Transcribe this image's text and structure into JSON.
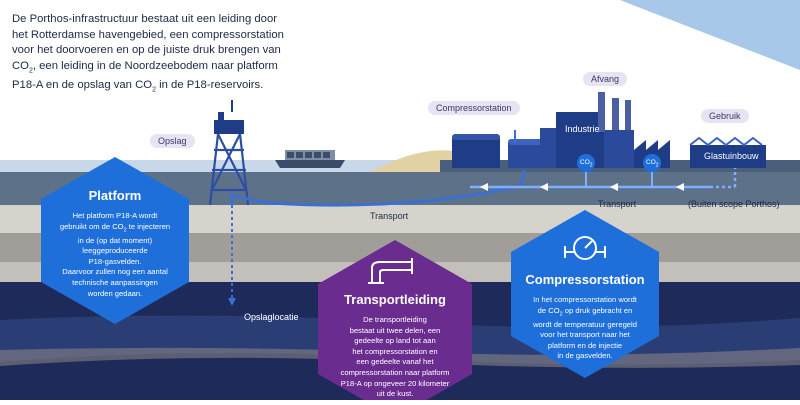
{
  "intro": {
    "line1": "De Porthos-infrastructuur bestaat uit een leiding door",
    "line2": "het Rotterdamse havengebied, een compressorstation",
    "line3": "voor het doorvoeren en op de juiste druk brengen van",
    "line4_a": "CO",
    "line4_sub": "2",
    "line4_b": ", een leiding in de Noordzeebodem naar platform",
    "line5_a": "P18-A en de opslag van CO",
    "line5_sub": "2",
    "line5_b": " in de P18-reservoirs."
  },
  "tags": {
    "opslag": "Opslag",
    "compressorstation": "Compressorstation",
    "afvang": "Afvang",
    "gebruik": "Gebruik"
  },
  "labels": {
    "industrie": "Industrie",
    "glastuinbouw": "Glastuinbouw",
    "transport_left": "Transport",
    "transport_right": "Transport",
    "buiten_scope": "(Buiten scope Porthos)",
    "opslaglocatie": "Opslaglocatie",
    "co2_a": "CO",
    "co2_b": "CO",
    "co2_sub": "2"
  },
  "hexes": {
    "platform": {
      "title": "Platform",
      "l1": "Het platform P18-A wordt",
      "l2_a": "gebruikt om de CO",
      "l2_sub": "2",
      "l2_b": " te injecteren",
      "l3": "in de (op dat moment)",
      "l4": "leeggeproduceerde",
      "l5": "P18-gasvelden.",
      "l6": "Daarvoor zullen nog een aantal",
      "l7": "technische aanpassingen",
      "l8": "worden gedaan."
    },
    "transportleiding": {
      "title": "Transportleiding",
      "l1": "De transportleiding",
      "l2": "bestaat uit twee delen, een",
      "l3": "gedeelte op land tot aan",
      "l4": "het compressorstation en",
      "l5": "een gedeelte vanaf het",
      "l6": "compressorstation naar platform",
      "l7": "P18-A op ongeveer 20 kilometer",
      "l8": "uit de kust."
    },
    "compressorstation": {
      "title": "Compressorstation",
      "l1": "In het compressorstation wordt",
      "l2_a": "de CO",
      "l2_sub": "2",
      "l2_b": " op druk gebracht en",
      "l3": "wordt de temperatuur geregeld",
      "l4": "voor het transport naar het",
      "l5": "platform en de injectie",
      "l6": "in de gasvelden."
    }
  },
  "colors": {
    "sky": "#8fb8de",
    "sea": "#bcd0e6",
    "seabed": "#5d7189",
    "layer_light": "#d6d3cd",
    "layer_mid": "#a19d98",
    "layer_navy": "#1d2a5a",
    "reservoir": "#2b3d75",
    "pipe": "#3d6fd0",
    "hex_blue": "#1e6fd9",
    "hex_purple": "#6a2d8f",
    "tag_bg": "#e6e3f3",
    "industry": "#1f3c86",
    "chimney": "#4b5fa3",
    "sand": "#e2d2a3"
  }
}
